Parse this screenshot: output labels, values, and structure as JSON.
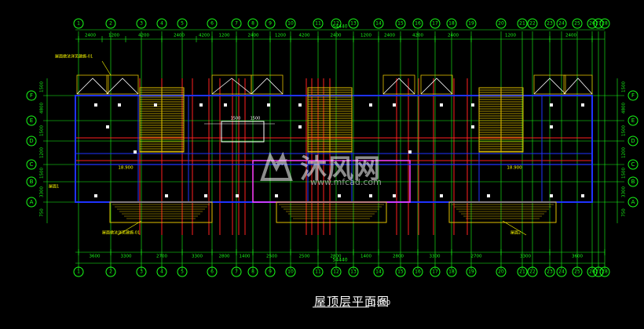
{
  "drawing": {
    "title": "屋顶层平面图",
    "scale": "1:100",
    "watermark": {
      "brand": "沐风网",
      "url": "www.mfcad.com"
    },
    "colors": {
      "background": "#000000",
      "axis": "#19ff19",
      "dimension": "#19ff19",
      "wall": "#1f33ff",
      "structure": "#ff2020",
      "hatch": "#e0c000",
      "roof": "#ffffff",
      "annotation": "#ffff00",
      "pink": "#ff40ff"
    },
    "top_axes": [
      "1",
      "2",
      "3",
      "4",
      "5",
      "6",
      "7",
      "8",
      "9",
      "10",
      "11",
      "12",
      "13",
      "14",
      "15",
      "16",
      "17",
      "18",
      "19",
      "20",
      "21",
      "22",
      "23",
      "24",
      "25",
      "26",
      "27",
      "28"
    ],
    "bottom_axes": [
      "1",
      "2",
      "3",
      "4",
      "5",
      "6",
      "7",
      "8",
      "9",
      "10",
      "11",
      "12",
      "13",
      "14",
      "15",
      "16",
      "17",
      "18",
      "19",
      "20",
      "21",
      "22",
      "23",
      "24",
      "25",
      "26",
      "27",
      "28"
    ],
    "left_axes": [
      "F",
      "E",
      "D",
      "C",
      "B",
      "A"
    ],
    "right_axes": [
      "F",
      "E",
      "D",
      "C",
      "B",
      "A"
    ],
    "top_total": "54440",
    "bottom_total": "54440",
    "top_dims": [
      "2400",
      "1200",
      "4200",
      "2400",
      "4200",
      "1200",
      "2400",
      "1200",
      "4200",
      "2400",
      "1200",
      "2400",
      "4200",
      "2400",
      "1200",
      "2400"
    ],
    "bottom_dims": [
      "3600",
      "3300",
      "2700",
      "3300",
      "2800",
      "1400",
      "2500",
      "2500",
      "2800",
      "1400",
      "2800",
      "3300",
      "2700",
      "3300",
      "3600"
    ],
    "side_dims": [
      "1500",
      "4800",
      "1500",
      "1200",
      "1500",
      "3300",
      "750"
    ],
    "labels": {
      "roof_1": "屋面1",
      "roof_2": "屋面2",
      "window_1": "1500",
      "window_2": "1500",
      "height": "18.900",
      "note_top": "屋面做法详见建施-01",
      "note_bottom": "屋面做法详见建施-01"
    }
  }
}
